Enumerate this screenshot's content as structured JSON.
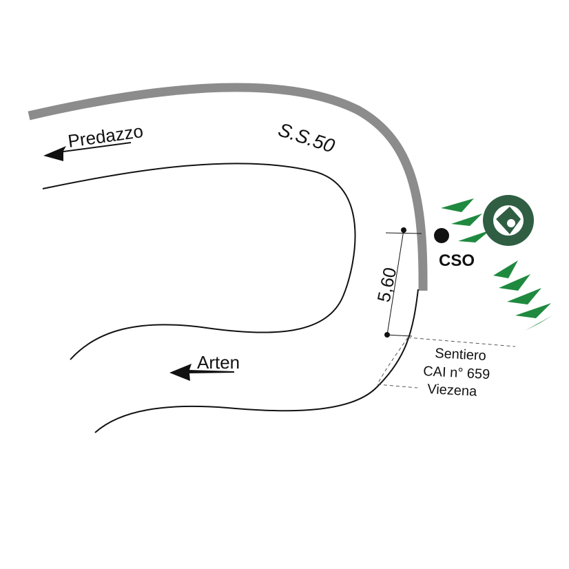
{
  "labels": {
    "predazzo": "Predazzo",
    "ss50": "S.S.50",
    "distance": "5,60",
    "cso": "CSO",
    "arten": "Arten",
    "trail_line1": "Sentiero",
    "trail_line2": "CAI n°  659",
    "trail_line3": "Viezena"
  },
  "colors": {
    "main_road": "#8c8c8c",
    "lines": "#111111",
    "tree_green": "#1f8a3f",
    "tree_dark": "#2f5e43"
  },
  "icons": {
    "direction": "arrow-left-icon",
    "location": "location-dot-icon",
    "trees": "conifer-tree-icon",
    "round_tree": "deciduous-tree-icon"
  }
}
